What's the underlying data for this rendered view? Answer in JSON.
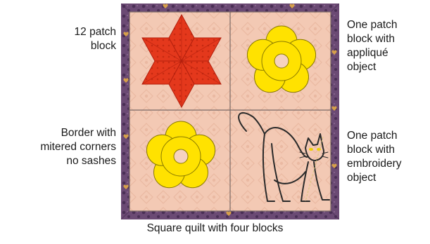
{
  "labels": {
    "top_left": "12 patch\nblock",
    "bottom_left": "Border with\nmitered corners\nno sashes",
    "top_right": "One patch\nblock with\nappliqué\nobject",
    "bottom_right": "One patch\nblock with\nembroidery\nobject"
  },
  "caption": "Square quilt with four blocks",
  "colors": {
    "border": "#6b4a74",
    "border_dark": "#4a2f55",
    "border_heart": "#d6a04a",
    "block_background": "#f3c9b4",
    "block_pattern": "#eab9a2",
    "seam": "#7a6a66",
    "star": "#e4381c",
    "star_outline": "#b3200e",
    "flower": "#ffe200",
    "flower_outline": "#8a7a00",
    "cat_line": "#2a2a2a",
    "cat_eyes": "#f0d000"
  },
  "icons": [
    "star-patch",
    "flower-applique",
    "cat-embroidery"
  ]
}
